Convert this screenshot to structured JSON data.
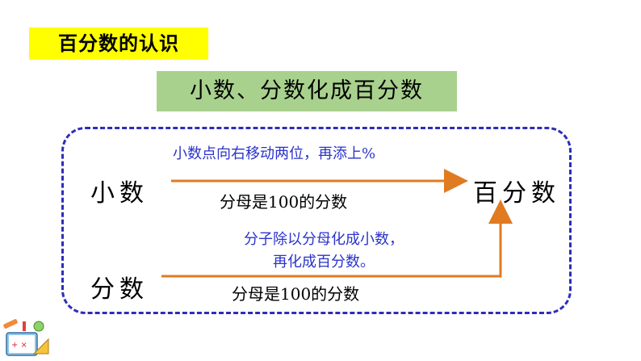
{
  "header": {
    "tag": "百分数的认识"
  },
  "title": "小数、分数化成百分数",
  "nodes": {
    "decimal": "小数",
    "fraction": "分数",
    "percent": "百分数"
  },
  "notes": {
    "decimal_rule": "小数点向右移动两位，再添上%",
    "decimal_result": "分母是100的分数",
    "fraction_rule_line1": "分子除以分母化成小数，",
    "fraction_rule_line2": "再化成百分数。",
    "fraction_result": "分母是100的分数"
  },
  "colors": {
    "tag_bg": "#ffff00",
    "title_bg": "#a9d18e",
    "border": "#2d2db8",
    "arrow": "#e07b22",
    "note_text": "#2b33c9"
  },
  "icons": {
    "corner": "math-tools-icon"
  }
}
